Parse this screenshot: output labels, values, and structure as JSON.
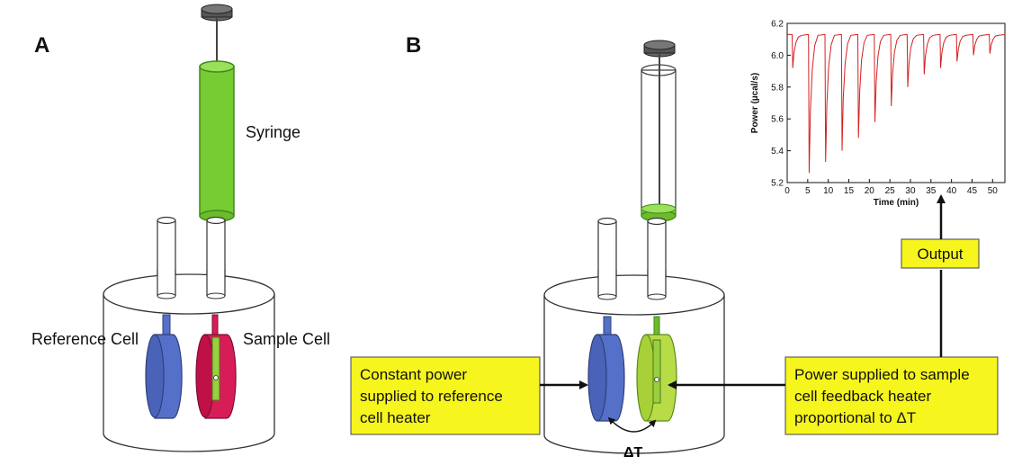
{
  "panel_a": {
    "label": "A",
    "syringe_label": "Syringe",
    "reference_cell_label": "Reference Cell",
    "sample_cell_label": "Sample Cell"
  },
  "panel_b": {
    "label": "B",
    "output_label": "Output",
    "delta_t_label": "ΔT",
    "left_box": [
      "Constant power",
      "supplied to reference",
      "cell heater"
    ],
    "right_box": [
      "Power supplied to sample",
      "cell feedback heater",
      "proportional to ΔT"
    ]
  },
  "colors": {
    "syringe_green": "#77cc33",
    "reference_blue": "#5570c8",
    "sample_red": "#d81c57",
    "sample_lightgreen": "#b8dc48",
    "box_yellow": "#f6f51e",
    "trace_red": "#d42020"
  },
  "chart_data": {
    "type": "line",
    "xlabel": "Time (min)",
    "ylabel": "Power (µcal/s)",
    "xlim": [
      0,
      53
    ],
    "ylim": [
      5.2,
      6.2
    ],
    "xticks": [
      "0",
      "5",
      "10",
      "15",
      "20",
      "25",
      "30",
      "35",
      "40",
      "45",
      "50"
    ],
    "yticks": [
      "5.2",
      "5.4",
      "5.6",
      "5.8",
      "6.0",
      "6.2"
    ],
    "baseline": 6.13,
    "series": [
      {
        "injection_times": [
          1.2,
          5.2,
          9.2,
          13.2,
          17.2,
          21.2,
          25.2,
          29.2,
          33.2,
          37.2,
          41.2,
          45.2,
          49.2
        ],
        "peak_minima": [
          5.92,
          5.26,
          5.33,
          5.4,
          5.48,
          5.58,
          5.68,
          5.8,
          5.88,
          5.92,
          5.96,
          6.0,
          6.01
        ]
      }
    ]
  }
}
